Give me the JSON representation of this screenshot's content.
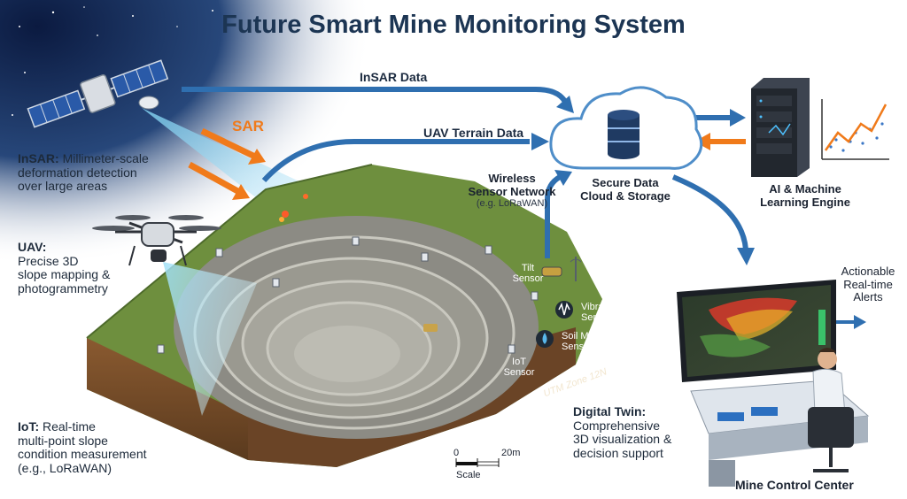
{
  "title": "Future Smart Mine Monitoring System",
  "left_panel": {
    "insar": {
      "heading": "InSAR:",
      "text1": "Millimeter-scale",
      "text2": "deformation detection",
      "text3": "over large areas"
    },
    "uav": {
      "heading": "UAV:",
      "text1": "Precise 3D",
      "text2": "slope mapping &",
      "text3": "photogrammetry"
    },
    "iot": {
      "heading": "IoT:",
      "text1": "Real-time",
      "text2": "multi-point slope",
      "text3": "condition measurement",
      "text4": "(e.g., LoRaWAN)"
    }
  },
  "flows": {
    "insar_data": "InSAR Data",
    "sar": "SAR",
    "uav_terrain": "UAV Terrain Data"
  },
  "wsn": {
    "line1": "Wireless",
    "line2": "Sensor Network",
    "line3": "(e.g. LoRaWAN)"
  },
  "cloud": {
    "line1": "Secure Data",
    "line2": "Cloud & Storage"
  },
  "ai": {
    "line1": "AI & Machine",
    "line2": "Learning Engine"
  },
  "sensors": {
    "tilt1": "Tilt",
    "tilt2": "Sensor",
    "vib1": "Vibration",
    "vib2": "Sensor",
    "soil1": "Soil Moisture",
    "soil2": "Sensor",
    "iot1": "IoT",
    "iot2": "Sensor"
  },
  "utm": "UTM Zone 12N",
  "scale": {
    "zero": "0",
    "max": "20m",
    "label": "Scale"
  },
  "alerts": {
    "line1": "Actionable",
    "line2": "Real-time",
    "line3": "Alerts"
  },
  "twin": {
    "heading": "Digital Twin:",
    "line1": "Comprehensive",
    "line2": "3D visualization &",
    "line3": "decision support"
  },
  "control_center": "Mine Control Center",
  "colors": {
    "title": "#1c3553",
    "arrow_blue": "#2f6fb0",
    "arrow_orange": "#f07a1a",
    "sky": "#0e1e45",
    "cloud_blue": "#4f8ec9"
  }
}
